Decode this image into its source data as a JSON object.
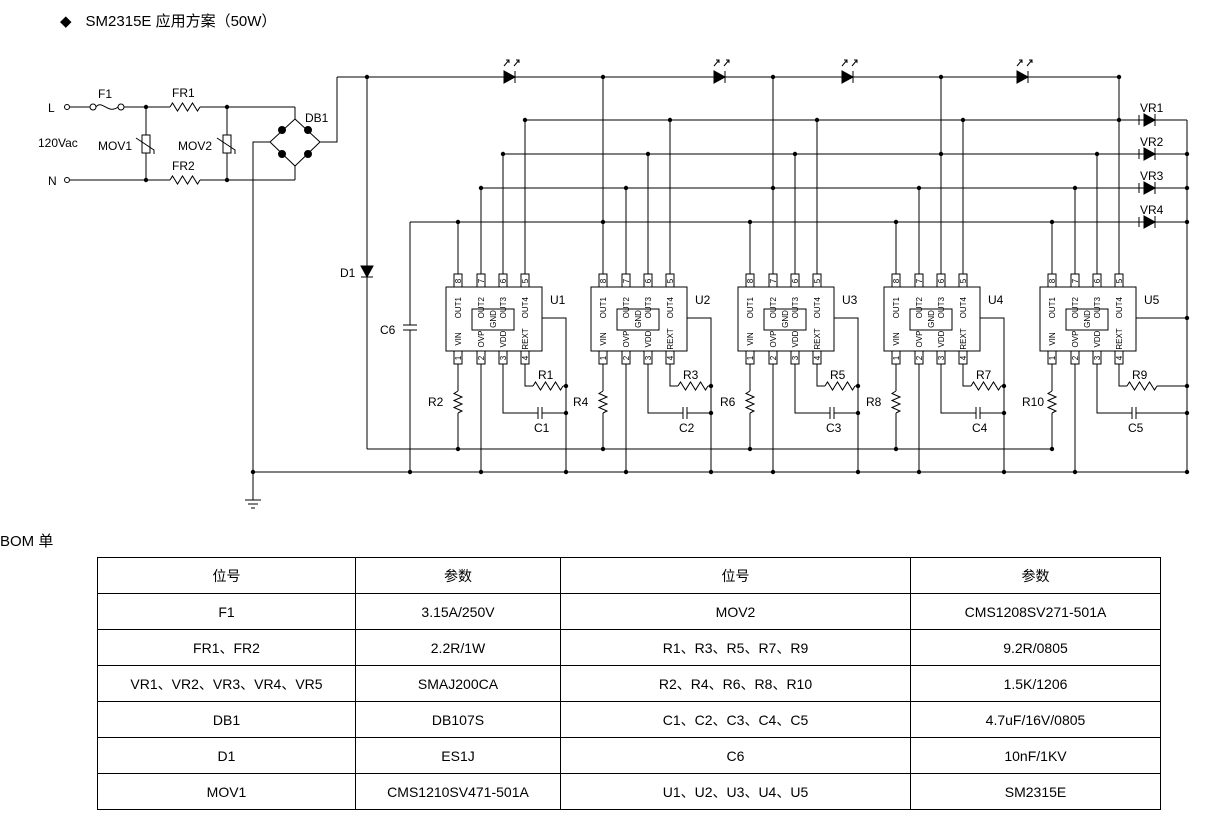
{
  "title": {
    "bullet": "◆",
    "text": "SM2315E 应用方案（50W）"
  },
  "schematic": {
    "input": {
      "L": "L",
      "N": "N",
      "voltage": "120Vac"
    },
    "labels": {
      "F1": "F1",
      "FR1": "FR1",
      "FR2": "FR2",
      "MOV1": "MOV1",
      "MOV2": "MOV2",
      "DB1": "DB1",
      "D1": "D1",
      "C6": "C6"
    },
    "tvs": [
      "VR1",
      "VR2",
      "VR3",
      "VR4"
    ],
    "chips": [
      {
        "name": "U1",
        "rext_res": "R1",
        "vin_res": "R2",
        "cap": "C1"
      },
      {
        "name": "U2",
        "rext_res": "R3",
        "vin_res": "R4",
        "cap": "C2"
      },
      {
        "name": "U3",
        "rext_res": "R5",
        "vin_res": "R6",
        "cap": "C3"
      },
      {
        "name": "U4",
        "rext_res": "R7",
        "vin_res": "R8",
        "cap": "C4"
      },
      {
        "name": "U5",
        "rext_res": "R9",
        "vin_res": "R10",
        "cap": "C5"
      }
    ],
    "pins_top": [
      "OUT1",
      "OUT2",
      "OUT3",
      "OUT4"
    ],
    "pins_top_num": [
      "8",
      "7",
      "6",
      "5"
    ],
    "pins_bottom": [
      "VIN",
      "OVP",
      "VDD",
      "REXT"
    ],
    "pins_bottom_num": [
      "1",
      "2",
      "3",
      "4"
    ],
    "gnd_label": "GND"
  },
  "bom": {
    "label": "BOM 单",
    "headers": [
      "位号",
      "参数",
      "位号",
      "参数"
    ],
    "rows": [
      [
        "F1",
        "3.15A/250V",
        "MOV2",
        "CMS1208SV271-501A"
      ],
      [
        "FR1、FR2",
        "2.2R/1W",
        "R1、R3、R5、R7、R9",
        "9.2R/0805"
      ],
      [
        "VR1、VR2、VR3、VR4、VR5",
        "SMAJ200CA",
        "R2、R4、R6、R8、R10",
        "1.5K/1206"
      ],
      [
        "DB1",
        "DB107S",
        "C1、C2、C3、C4、C5",
        "4.7uF/16V/0805"
      ],
      [
        "D1",
        "ES1J",
        "C6",
        "10nF/1KV"
      ],
      [
        "MOV1",
        "CMS1210SV471-501A",
        "U1、U2、U3、U4、U5",
        "SM2315E"
      ]
    ]
  }
}
